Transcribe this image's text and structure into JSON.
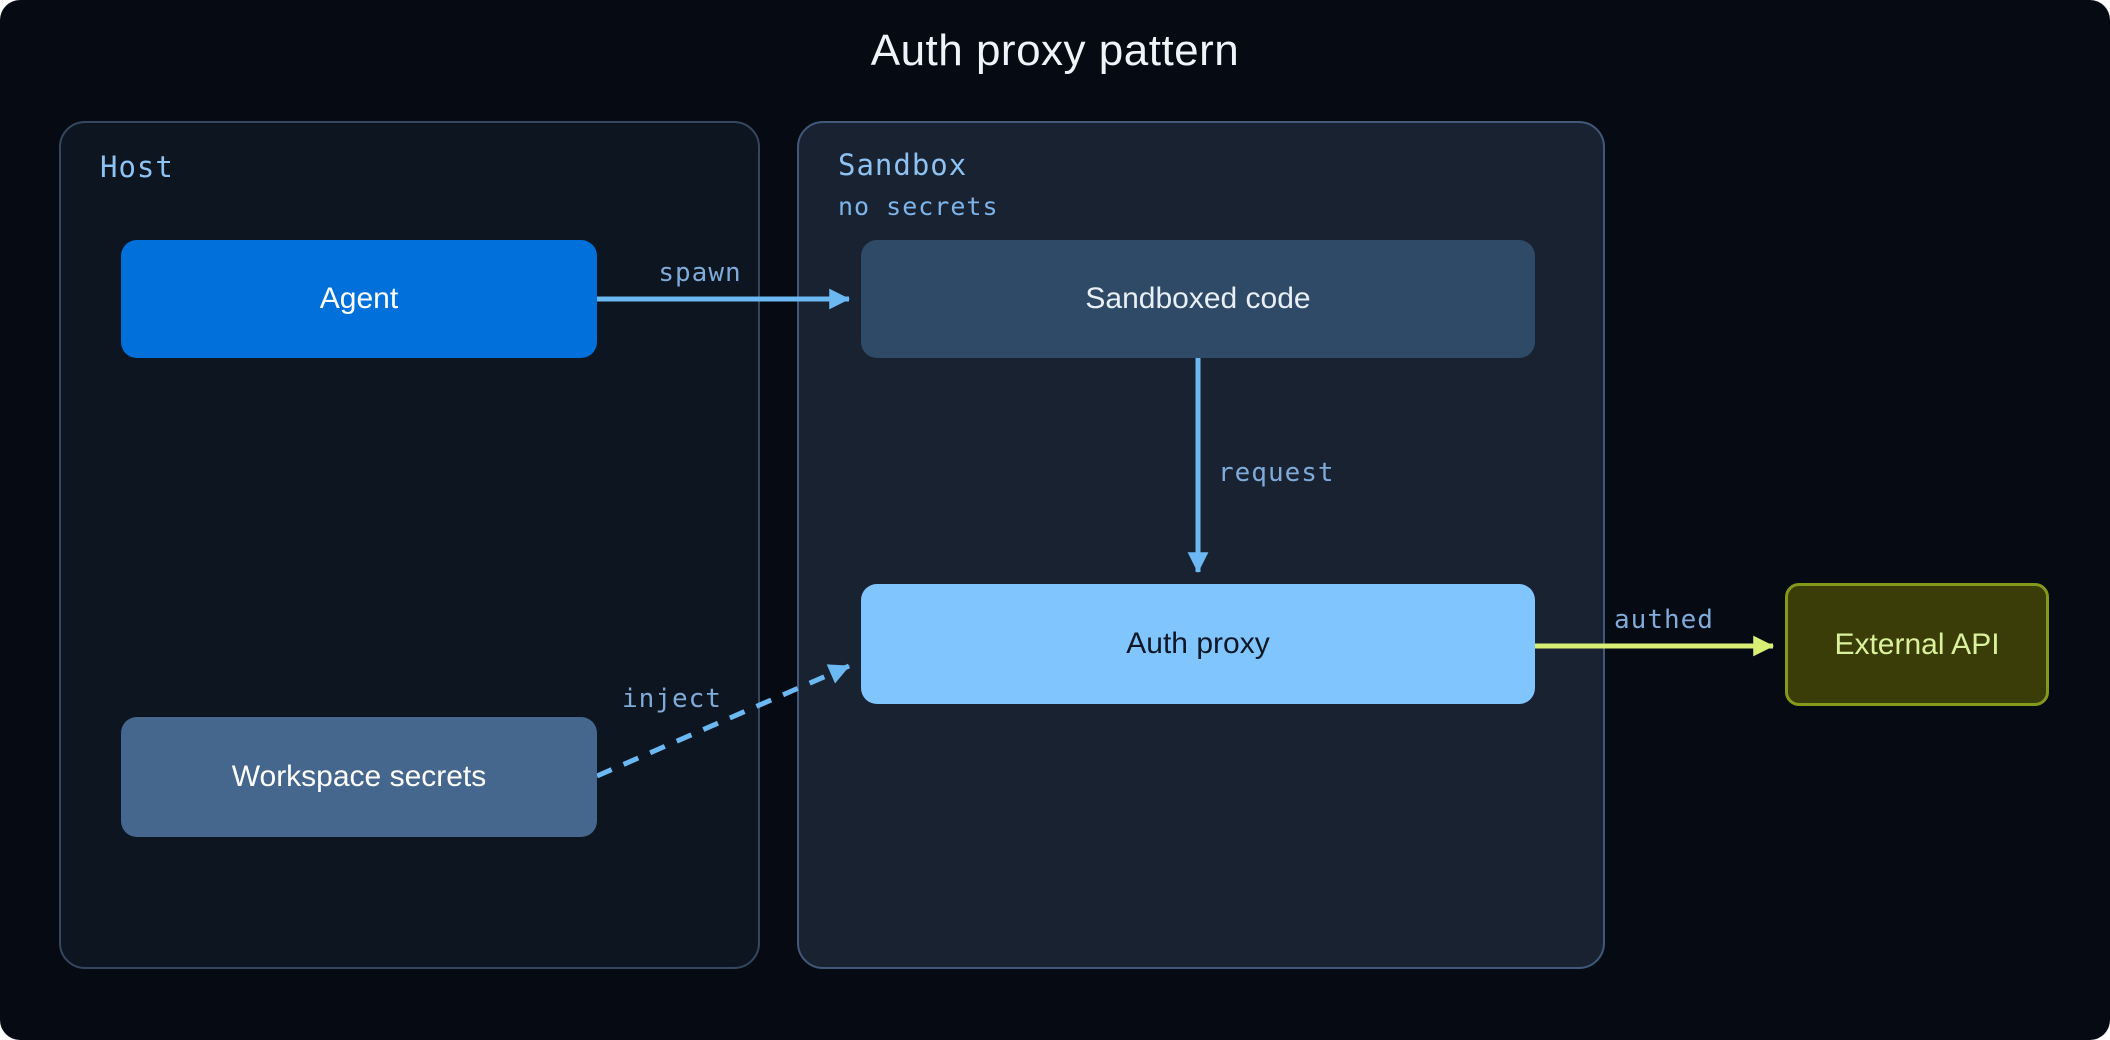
{
  "title": "Auth proxy pattern",
  "containers": {
    "host": {
      "label": "Host"
    },
    "sandbox": {
      "label": "Sandbox",
      "sublabel": "no secrets"
    }
  },
  "nodes": {
    "agent": {
      "label": "Agent",
      "fill": "#0170db",
      "text_color": "#ffffff"
    },
    "sandboxed_code": {
      "label": "Sandboxed code",
      "fill": "#2f4a66",
      "text_color": "#e9eff6"
    },
    "auth_proxy": {
      "label": "Auth proxy",
      "fill": "#80c5fe",
      "text_color": "#0d1726"
    },
    "workspace_secrets": {
      "label": "Workspace secrets",
      "fill": "#45678e",
      "text_color": "#ffffff"
    },
    "external_api": {
      "label": "External API",
      "fill": "#3a3d08",
      "border": "#84981a",
      "text_color": "#daf29c"
    }
  },
  "edges": {
    "spawn": {
      "label": "spawn",
      "from": "agent",
      "to": "sandboxed_code",
      "style": "solid",
      "color": "#6bb8f2"
    },
    "request": {
      "label": "request",
      "from": "sandboxed_code",
      "to": "auth_proxy",
      "style": "solid",
      "color": "#6bb8f2"
    },
    "inject": {
      "label": "inject",
      "from": "workspace_secrets",
      "to": "auth_proxy",
      "style": "dashed",
      "color": "#6bb8f2"
    },
    "authed": {
      "label": "authed",
      "from": "auth_proxy",
      "to": "external_api",
      "style": "solid",
      "color": "#d9ee75"
    }
  },
  "palette": {
    "page_bg": "#060b13",
    "host_bg": "#0d1520",
    "host_border": "#35475f",
    "sandbox_bg": "#192231",
    "sandbox_border": "#41587a",
    "container_label": "#8ec2f2",
    "edge_label": "#7faad9",
    "arrow_blue": "#6bb8f2",
    "arrow_yellow": "#d9ee75"
  }
}
